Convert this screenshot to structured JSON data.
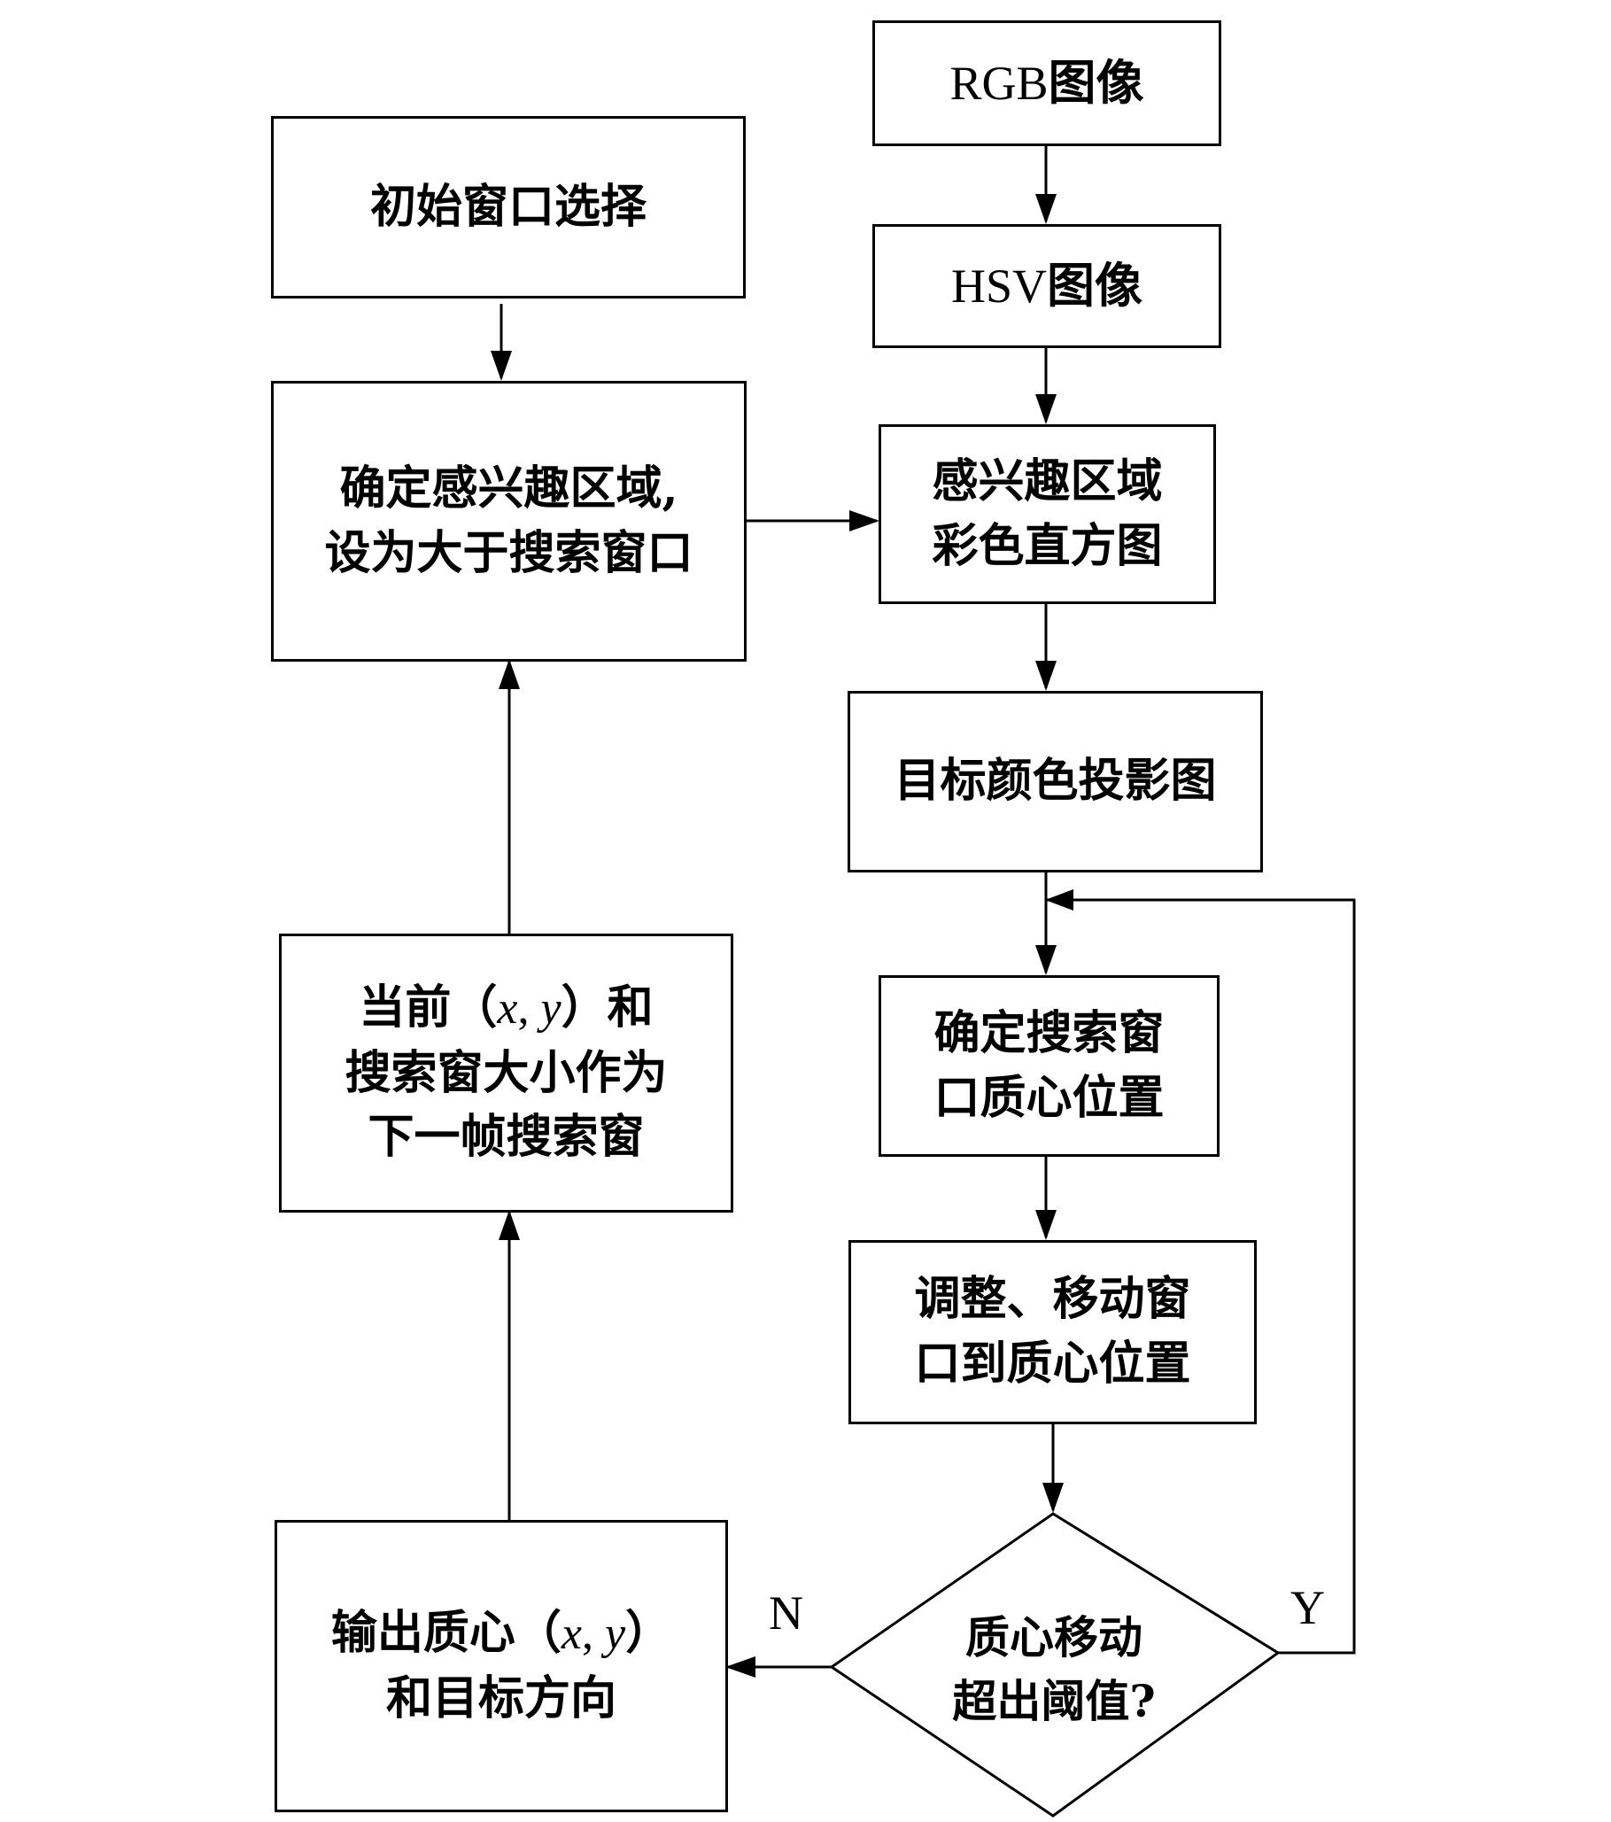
{
  "nodes": {
    "initial_window": {
      "lines": [
        "初始窗口选择"
      ]
    },
    "roi_setup": {
      "lines": [
        "确定感兴趣区域,",
        "设为大于搜索窗口"
      ]
    },
    "next_frame": {
      "line1_pre": "当前（",
      "x": "x",
      "comma": ", ",
      "y": "y",
      "line1_post": "）和",
      "line2": "搜索窗大小作为",
      "line3": "下一帧搜索窗"
    },
    "output": {
      "line1_pre": "输出质心（",
      "x": "x",
      "comma": ", ",
      "y": "y",
      "line1_post": "）",
      "line2": "和目标方向"
    },
    "rgb": {
      "latin": "RGB",
      "cjk": "图像"
    },
    "hsv": {
      "latin": "HSV",
      "cjk": "图像"
    },
    "roi_hist": {
      "lines": [
        "感兴趣区域",
        "彩色直方图"
      ]
    },
    "backproj": {
      "lines": [
        "目标颜色投影图"
      ]
    },
    "centroid": {
      "lines": [
        "确定搜索窗",
        "口质心位置"
      ]
    },
    "move_window": {
      "lines": [
        "调整、移动窗",
        "口到质心位置"
      ]
    },
    "decision": {
      "lines": [
        "质心移动",
        "超出阈值?"
      ]
    }
  },
  "edge_labels": {
    "no": "N",
    "yes": "Y"
  }
}
